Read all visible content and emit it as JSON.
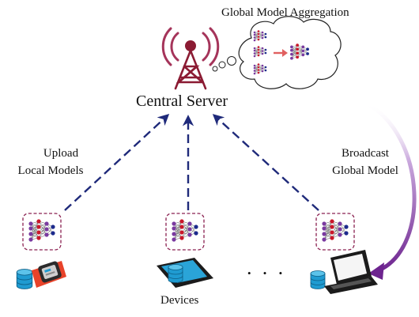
{
  "labels": {
    "aggregation": "Global Model Aggregation",
    "server": "Central Server",
    "upload": [
      "Upload",
      "Local Models"
    ],
    "broadcast": [
      "Broadcast",
      "Global Model"
    ],
    "devices": "Devices",
    "ellipsis": "• • •"
  },
  "icons": {
    "server": "radio-tower-icon",
    "neural_network": "neural-network-icon",
    "database": "database-icon",
    "smartwatch": "smartwatch-icon",
    "smartphone": "smartphone-icon",
    "laptop": "laptop-icon"
  },
  "colors": {
    "tower": "#8b1b33",
    "signal": "#a5345a",
    "arrow": "#1f2a7a",
    "nn_node_purple": "#7a3aa0",
    "nn_node_red": "#c9182b",
    "nn_node_navy": "#1c2a8c",
    "box_border": "#8a2050",
    "database": "#1f9bd1",
    "watch": "#e8432a",
    "broadcast_arc": "#7a2e9a"
  }
}
